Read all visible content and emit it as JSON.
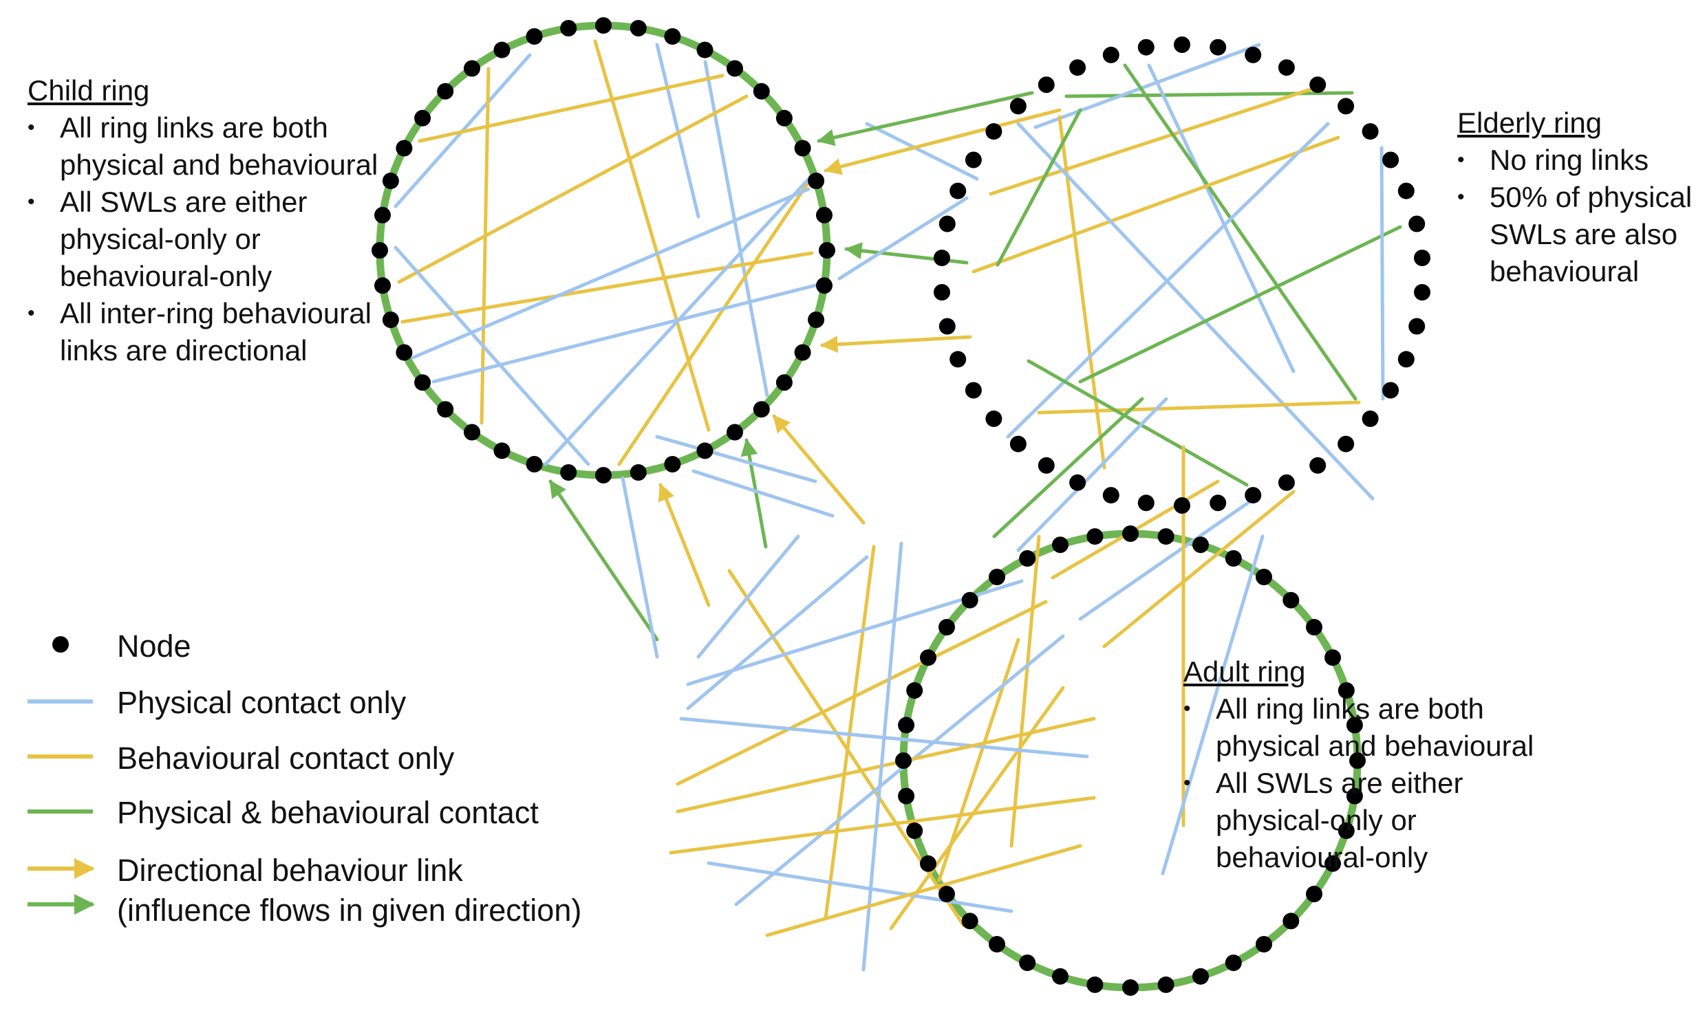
{
  "colors": {
    "physical": "#9fc5ef",
    "behavioural": "#e8c343",
    "both": "#6db553",
    "node": "#000000"
  },
  "notes": {
    "child": {
      "title": "Child ring",
      "items": [
        "All ring links are both physical and behavioural",
        "All SWLs are either physical-only or behavioural-only",
        "All inter-ring behavioural links are directional"
      ]
    },
    "elderly": {
      "title": "Elderly ring",
      "items": [
        "No ring links",
        "50% of physical SWLs are also behavioural"
      ]
    },
    "adult": {
      "title": "Adult ring",
      "items": [
        "All ring links are both physical and behavioural",
        "All SWLs are either physical-only or behavioural-only"
      ]
    }
  },
  "legend": {
    "node": "Node",
    "physical": "Physical contact only",
    "behavioural": "Behavioural contact only",
    "both": "Physical & behavioural contact",
    "directional_line1": "Directional behaviour link",
    "directional_line2": "(influence flows in given direction)"
  }
}
